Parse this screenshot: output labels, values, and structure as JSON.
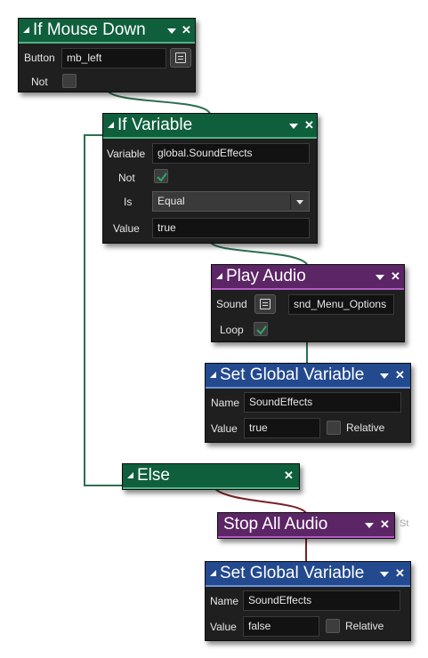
{
  "colors": {
    "green_header": "#0f5f3d",
    "purple_header": "#5c2566",
    "blue_header": "#23498e",
    "block_body": "#1f1f1f",
    "green_connector": "#2f6f4f",
    "red_connector": "#7a1f26"
  },
  "blocks": {
    "if_mouse_down": {
      "title": "If Mouse Down",
      "button_label": "Button",
      "button_value": "mb_left",
      "not_label": "Not",
      "not_checked": false
    },
    "if_variable": {
      "title": "If Variable",
      "variable_label": "Variable",
      "variable_value": "global.SoundEffects",
      "not_label": "Not",
      "not_checked": true,
      "is_label": "Is",
      "is_value": "Equal",
      "value_label": "Value",
      "value_value": "true"
    },
    "play_audio": {
      "title": "Play Audio",
      "sound_label": "Sound",
      "sound_value": "snd_Menu_Options",
      "loop_label": "Loop",
      "loop_checked": true
    },
    "set_global_1": {
      "title": "Set Global Variable",
      "name_label": "Name",
      "name_value": "SoundEffects",
      "value_label": "Value",
      "value_value": "true",
      "relative_label": "Relative",
      "relative_checked": false
    },
    "else": {
      "title": "Else"
    },
    "stop_all_audio": {
      "title": "Stop All Audio",
      "cut_text": "St"
    },
    "set_global_2": {
      "title": "Set Global Variable",
      "name_label": "Name",
      "name_value": "SoundEffects",
      "value_label": "Value",
      "value_value": "false",
      "relative_label": "Relative",
      "relative_checked": false
    }
  },
  "icons": {
    "collapse": "collapse-triangle-icon",
    "menu": "dropdown-arrow-icon",
    "close": "close-icon",
    "picker": "asset-picker-icon",
    "check": "check-icon"
  }
}
